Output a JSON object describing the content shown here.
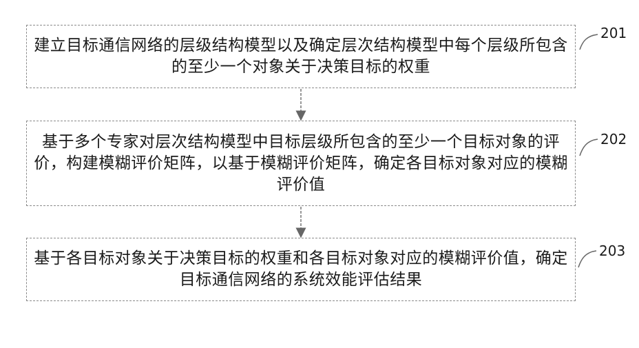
{
  "steps": [
    {
      "id": "201",
      "text": "建立目标通信网络的层级结构模型以及确定层次结构模型中每个层级所包含的至少一个对象关于决策目标的权重"
    },
    {
      "id": "202",
      "text": "基于多个专家对层次结构模型中目标层级所包含的至少一个目标对象的评价，构建模糊评价矩阵，以基于模糊评价矩阵，确定各目标对象对应的模糊评价值"
    },
    {
      "id": "203",
      "text": "基于各目标对象关于决策目标的权重和各目标对象对应的模糊评价值，确定目标通信网络的系统效能评估结果"
    }
  ]
}
